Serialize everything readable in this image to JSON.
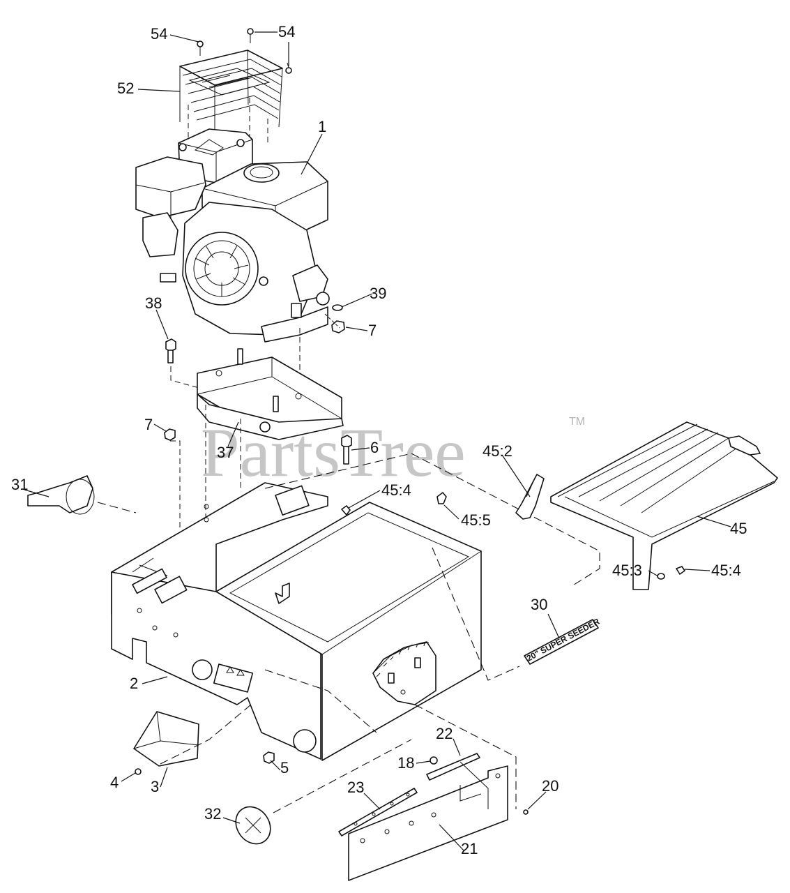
{
  "watermark": {
    "text": "PartsTree",
    "trademark": "TM"
  },
  "decal_text": "20\" SUPER SEEDER",
  "callouts": [
    {
      "id": "c54a",
      "text": "54"
    },
    {
      "id": "c54b",
      "text": "54"
    },
    {
      "id": "c52",
      "text": "52"
    },
    {
      "id": "c1",
      "text": "1"
    },
    {
      "id": "c38",
      "text": "38"
    },
    {
      "id": "c39",
      "text": "39"
    },
    {
      "id": "c7a",
      "text": "7"
    },
    {
      "id": "c7b",
      "text": "7"
    },
    {
      "id": "c37",
      "text": "37"
    },
    {
      "id": "c6",
      "text": "6"
    },
    {
      "id": "c31",
      "text": "31"
    },
    {
      "id": "c45_2",
      "text": "45:2"
    },
    {
      "id": "c45_4a",
      "text": "45:4"
    },
    {
      "id": "c45_5",
      "text": "45:5"
    },
    {
      "id": "c45",
      "text": "45"
    },
    {
      "id": "c45_3",
      "text": "45:3"
    },
    {
      "id": "c45_4b",
      "text": "45:4"
    },
    {
      "id": "c30",
      "text": "30"
    },
    {
      "id": "c2",
      "text": "2"
    },
    {
      "id": "c22",
      "text": "22"
    },
    {
      "id": "c18",
      "text": "18"
    },
    {
      "id": "c4",
      "text": "4"
    },
    {
      "id": "c3",
      "text": "3"
    },
    {
      "id": "c5",
      "text": "5"
    },
    {
      "id": "c23",
      "text": "23"
    },
    {
      "id": "c20",
      "text": "20"
    },
    {
      "id": "c32",
      "text": "32"
    },
    {
      "id": "c21",
      "text": "21"
    }
  ]
}
